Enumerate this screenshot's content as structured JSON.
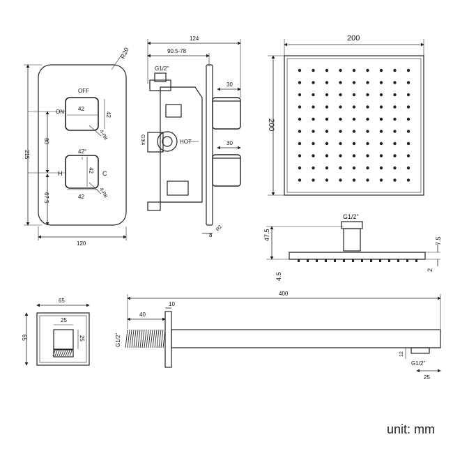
{
  "colors": {
    "line": "#222222",
    "dim": "#333333",
    "text": "#111111"
  },
  "unit_label": "unit: mm",
  "valve": {
    "width": "120",
    "height": "215",
    "radius": "R20",
    "off": "OFF",
    "on": "ON",
    "angle": "42°",
    "h": "H",
    "c": "C",
    "dim_80": "80",
    "dim_67_5": "67.5",
    "handle_w": "42",
    "handle_h": "42",
    "screw": "4-R8"
  },
  "valve_side": {
    "depth": "124",
    "adjust": "90.5-78",
    "thread_top": "G1/2\"",
    "thread_side": "G3/4",
    "hot": "HOT",
    "knob_top": "30",
    "knob_bottom": "30",
    "plate": "8",
    "angle": "R2"
  },
  "head": {
    "width": "200",
    "height": "200",
    "thread": "G1/2\"",
    "dim_47_5": "47.5",
    "dim_7_5": "7.5",
    "dim_4_5": "4.5",
    "dim_2": "2",
    "rows": 10,
    "cols": 9
  },
  "elbow": {
    "width": "65",
    "height": "65",
    "inner_w": "25",
    "inner_h": "25"
  },
  "arm": {
    "length": "400",
    "offset": "40",
    "flange": "10",
    "thread": "G1/2\"",
    "drop": "12",
    "drop_thread": "G1/2\"",
    "end": "25"
  }
}
